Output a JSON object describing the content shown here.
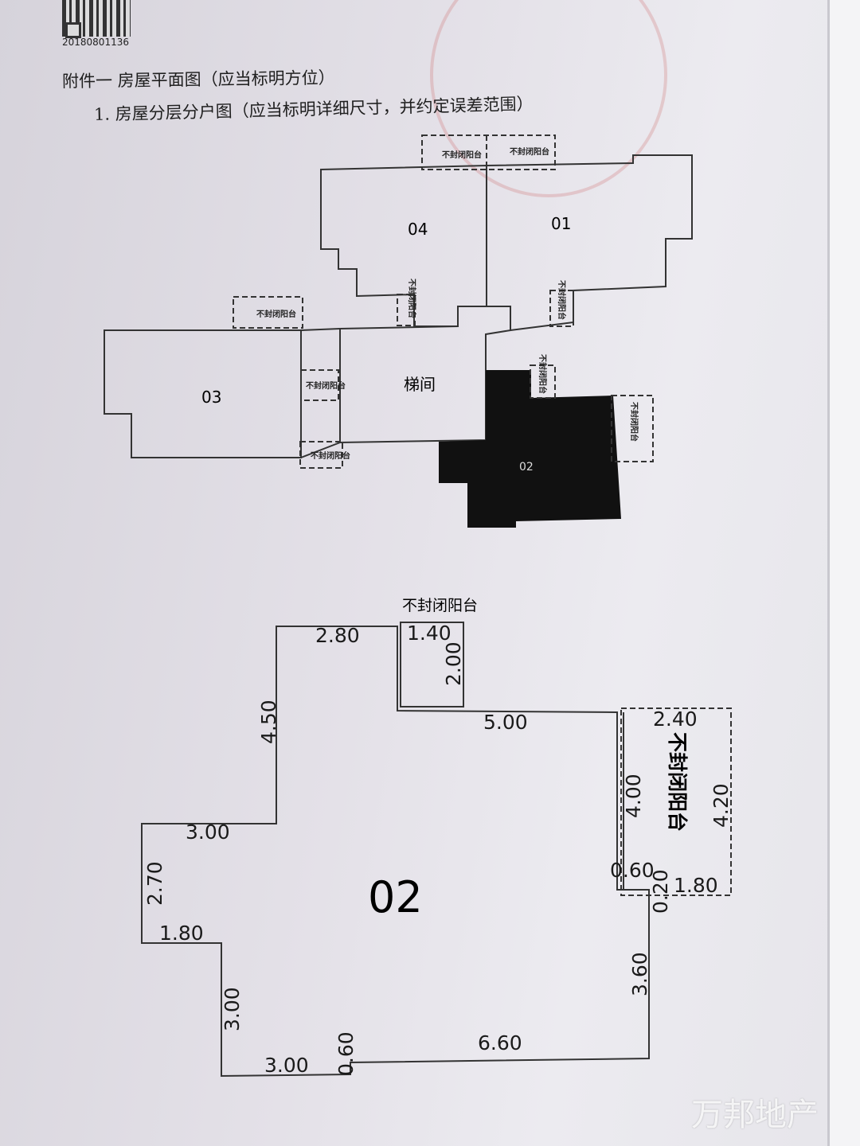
{
  "header": {
    "qr_number": "20180801136",
    "title": "附件一  房屋平面图（应当标明方位）",
    "subtitle": "1.  房屋分层分户图（应当标明详细尺寸，并约定误差范围）"
  },
  "overview_plan": {
    "units": {
      "u01": "01",
      "u02": "02",
      "u03": "03",
      "u04": "04",
      "stair": "梯间"
    },
    "balcony_label": "不封闭阳台",
    "highlight_color": "#111111"
  },
  "detail_plan": {
    "unit": "02",
    "balcony_top": "不封闭阳台",
    "balcony_right": "不封闭阳台",
    "dims": {
      "d280": "2.80",
      "d140": "1.40",
      "d200": "2.00",
      "d450": "4.50",
      "d500": "5.00",
      "d240": "2.40",
      "d400": "4.00",
      "d420": "4.20",
      "d300a": "3.00",
      "d270": "2.70",
      "d060a": "0.60",
      "d020": "0.20",
      "d180a": "1.80",
      "d180b": "1.80",
      "d360": "3.60",
      "d300b": "3.00",
      "d660": "6.60",
      "d300c": "3.00",
      "d060b": "0.60"
    }
  },
  "watermark": "万邦地产"
}
